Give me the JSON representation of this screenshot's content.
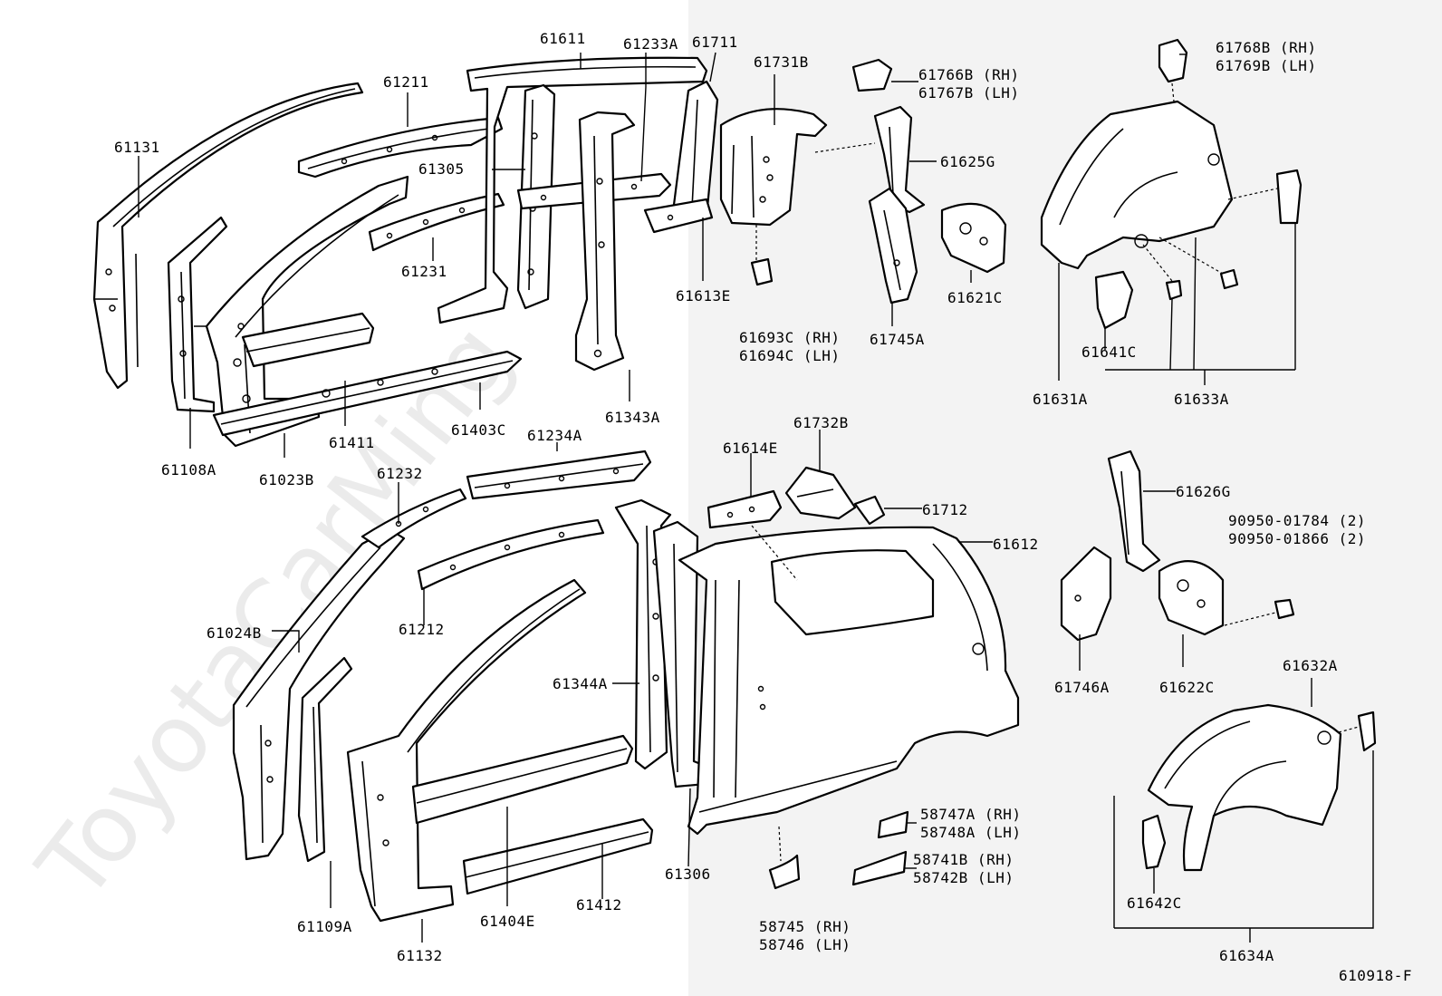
{
  "diagram_code": "610918-F",
  "watermark": "ToyotaCarMing",
  "background": {
    "left": "#ffffff",
    "right": "#f3f3f3"
  },
  "labels": {
    "p61611": "61611",
    "p61233A": "61233A",
    "p61711": "61711",
    "p61211": "61211",
    "p61731B": "61731B",
    "p61766B": "61766B (RH)",
    "p61767B": "61767B (LH)",
    "p61768B": "61768B (RH)",
    "p61769B": "61769B (LH)",
    "p61131": "61131",
    "p61305": "61305",
    "p61625G": "61625G",
    "p61231": "61231",
    "p61613E": "61613E",
    "p61621C": "61621C",
    "p61693C": "61693C (RH)",
    "p61694C": "61694C (LH)",
    "p61745A": "61745A",
    "p61641C": "61641C",
    "p61631A": "61631A",
    "p61633A": "61633A",
    "p61343A": "61343A",
    "p61403C": "61403C",
    "p61411": "61411",
    "p61108A": "61108A",
    "p61023B": "61023B",
    "p61234A": "61234A",
    "p61732B": "61732B",
    "p61614E": "61614E",
    "p61232": "61232",
    "p61626G": "61626G",
    "p61712": "61712",
    "p90950a": "90950-01784 (2)",
    "p90950b": "90950-01866 (2)",
    "p61612": "61612",
    "p61212": "61212",
    "p61024B": "61024B",
    "p61344A": "61344A",
    "p61746A": "61746A",
    "p61622C": "61622C",
    "p61632A": "61632A",
    "p58747A": "58747A (RH)",
    "p58748A": "58748A (LH)",
    "p58741B": "58741B (RH)",
    "p58742B": "58742B (LH)",
    "p61306": "61306",
    "p61412": "61412",
    "p61404E": "61404E",
    "p61109A": "61109A",
    "p61132": "61132",
    "p58745": "58745 (RH)",
    "p58746": "58746 (LH)",
    "p61642C": "61642C",
    "p61634A": "61634A"
  }
}
